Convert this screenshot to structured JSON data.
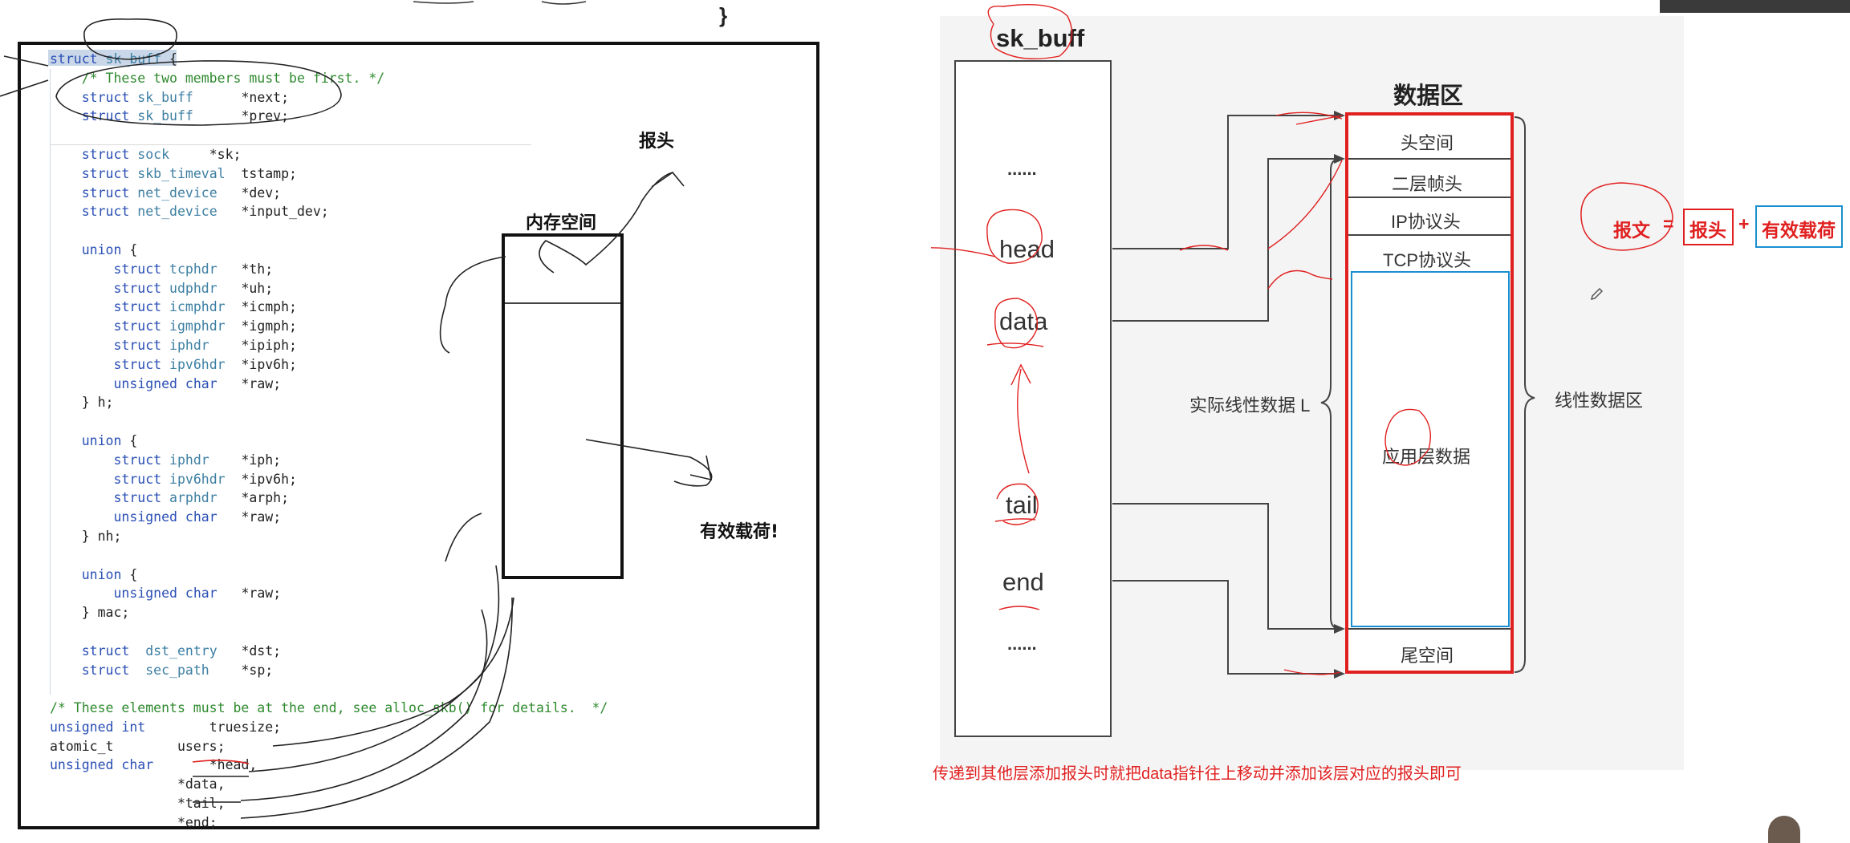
{
  "top_brace": "}",
  "code": {
    "lines": [
      "struct sk_buff {",
      "    /* These two members must be first. */",
      "    struct sk_buff      *next;",
      "    struct sk_buff      *prev;",
      "",
      "    struct sock     *sk;",
      "    struct skb_timeval  tstamp;",
      "    struct net_device   *dev;",
      "    struct net_device   *input_dev;",
      "",
      "    union {",
      "        struct tcphdr   *th;",
      "        struct udphdr   *uh;",
      "        struct icmphdr  *icmph;",
      "        struct igmphdr  *igmph;",
      "        struct iphdr    *ipiph;",
      "        struct ipv6hdr  *ipv6h;",
      "        unsigned char   *raw;",
      "    } h;",
      "",
      "    union {",
      "        struct iphdr    *iph;",
      "        struct ipv6hdr  *ipv6h;",
      "        struct arphdr   *arph;",
      "        unsigned char   *raw;",
      "    } nh;",
      "",
      "    union {",
      "        unsigned char   *raw;",
      "    } mac;",
      "",
      "    struct  dst_entry   *dst;",
      "    struct  sec_path    *sp;",
      "",
      "/* These elements must be at the end, see alloc_skb() for details.  */",
      "unsigned int        truesize;",
      "atomic_t        users;",
      "unsigned char       *head,",
      "                *data,",
      "                *tail,",
      "                *end;"
    ]
  },
  "annotations": {
    "header_label": "报头",
    "memory_label": "内存空间",
    "payload_label": "有效载荷!"
  },
  "diagram": {
    "title": "sk_buff",
    "fields": [
      "......",
      "head",
      "data",
      "tail",
      "end",
      "......"
    ],
    "region_title": "数据区",
    "segments": [
      "头空间",
      "二层帧头",
      "IP协议头",
      "TCP协议头",
      "应用层数据",
      "尾空间"
    ],
    "left_brace_label": "实际线性数据 L",
    "right_brace_label": "线性数据区",
    "equation": {
      "lhs": "报文",
      "eq": "=",
      "term1": "报头",
      "plus": "+",
      "term2": "有效载荷"
    },
    "footnote": "传递到其他层添加报头时就把data指针往上移动并添加该层对应的报头即可"
  },
  "colors": {
    "red": "#e02020",
    "blue": "#1a8fd0",
    "code_comment": "#2f8a2f",
    "code_keyword": "#2a4fb5"
  }
}
